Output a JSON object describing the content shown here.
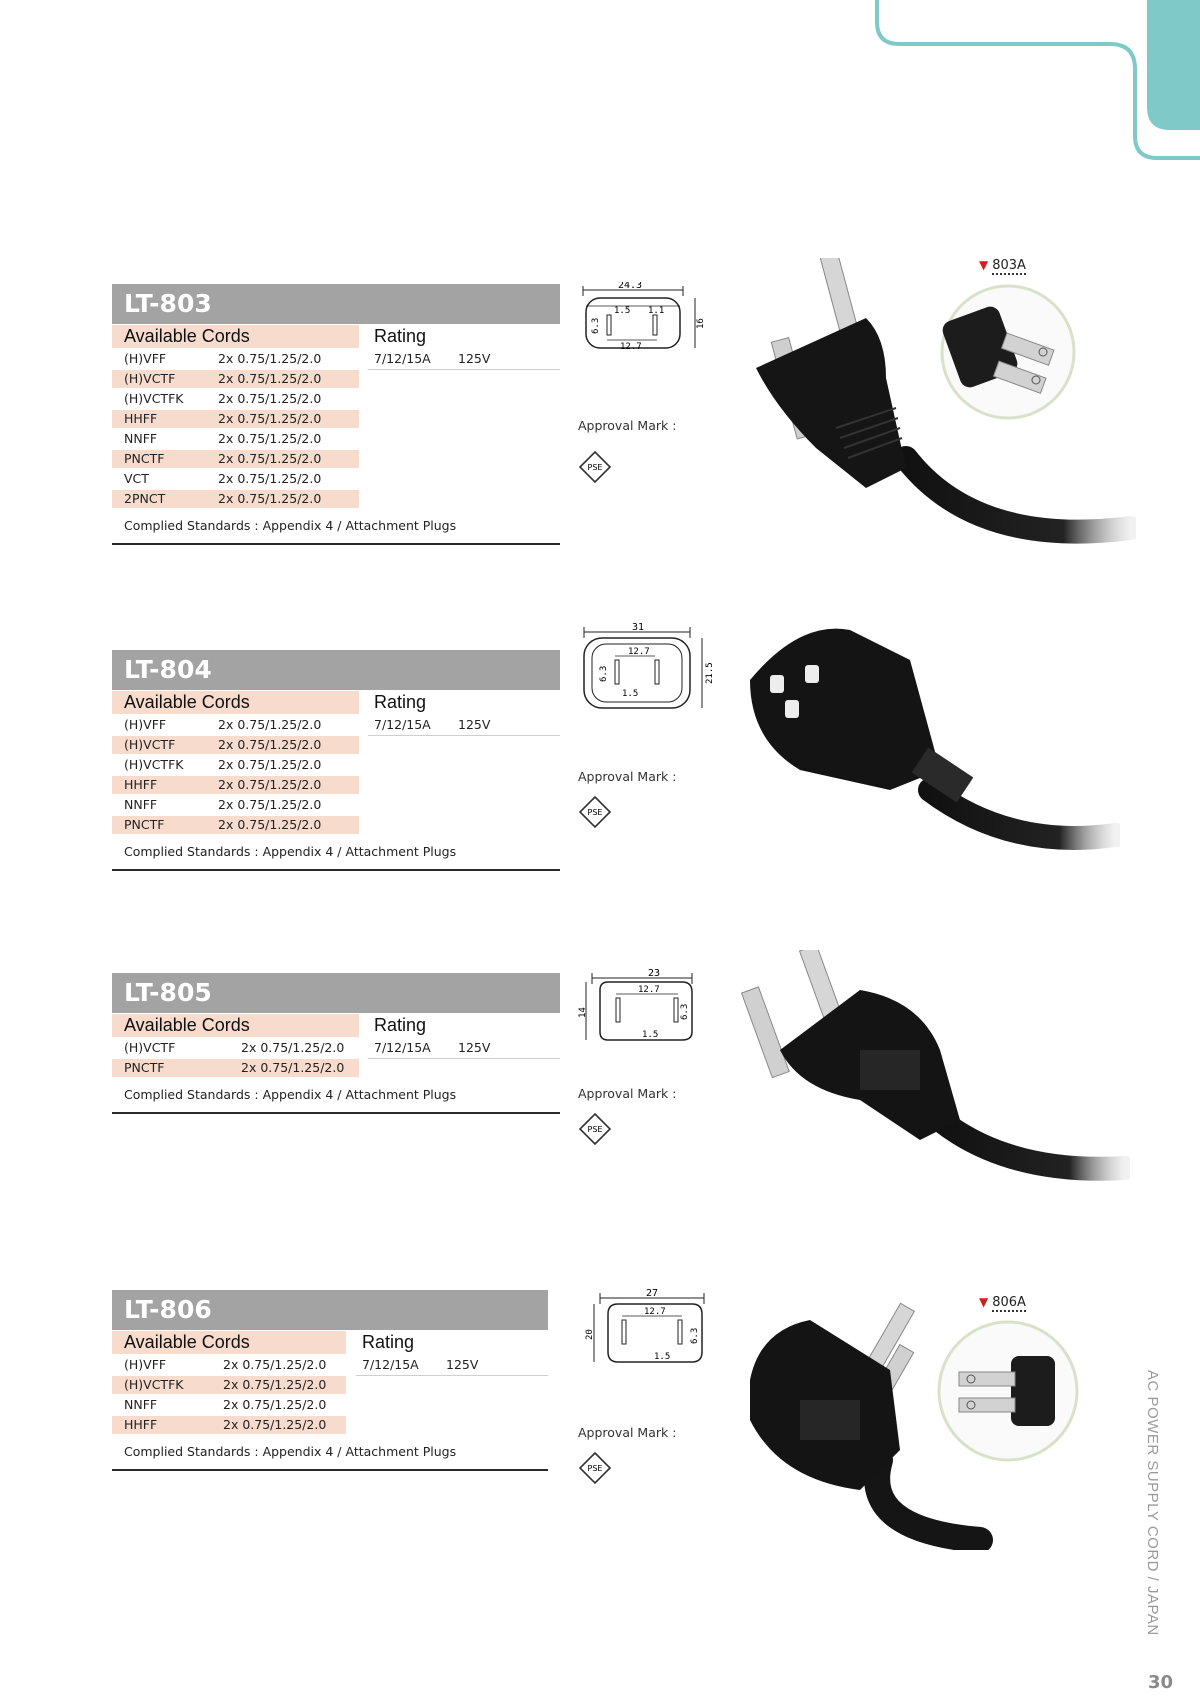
{
  "header_labels": {
    "available_cords": "Available Cords",
    "rating": "Rating",
    "approval_mark": "Approval Mark :",
    "pse_mark": "PSE"
  },
  "products": [
    {
      "model": "LT-803",
      "cords": [
        {
          "type": "(H)VFF",
          "spec": "2x 0.75/1.25/2.0"
        },
        {
          "type": "(H)VCTF",
          "spec": "2x 0.75/1.25/2.0"
        },
        {
          "type": "(H)VCTFK",
          "spec": "2x 0.75/1.25/2.0"
        },
        {
          "type": "HHFF",
          "spec": "2x 0.75/1.25/2.0"
        },
        {
          "type": "NNFF",
          "spec": "2x 0.75/1.25/2.0"
        },
        {
          "type": "PNCTF",
          "spec": "2x 0.75/1.25/2.0"
        },
        {
          "type": "VCT",
          "spec": "2x 0.75/1.25/2.0"
        },
        {
          "type": "2PNCT",
          "spec": "2x 0.75/1.25/2.0"
        }
      ],
      "rating": "7/12/15A",
      "voltage": "125V",
      "standards": "Complied Standards : Appendix 4 / Attachment Plugs",
      "dims": [
        "24.3",
        "1.5",
        "1.1",
        "6.3",
        "12.7",
        "16"
      ],
      "detail_label": "803A"
    },
    {
      "model": "LT-804",
      "cords": [
        {
          "type": "(H)VFF",
          "spec": "2x 0.75/1.25/2.0"
        },
        {
          "type": "(H)VCTF",
          "spec": "2x 0.75/1.25/2.0"
        },
        {
          "type": "(H)VCTFK",
          "spec": "2x 0.75/1.25/2.0"
        },
        {
          "type": "HHFF",
          "spec": "2x 0.75/1.25/2.0"
        },
        {
          "type": "NNFF",
          "spec": "2x 0.75/1.25/2.0"
        },
        {
          "type": "PNCTF",
          "spec": "2x 0.75/1.25/2.0"
        }
      ],
      "rating": "7/12/15A",
      "voltage": "125V",
      "standards": "Complied Standards : Appendix 4 / Attachment Plugs",
      "dims": [
        "31",
        "12.7",
        "6.3",
        "1.5",
        "21.5"
      ]
    },
    {
      "model": "LT-805",
      "cords": [
        {
          "type": "(H)VCTF",
          "spec": "2x 0.75/1.25/2.0"
        },
        {
          "type": "PNCTF",
          "spec": "2x 0.75/1.25/2.0"
        }
      ],
      "rating": "7/12/15A",
      "voltage": "125V",
      "standards": "Complied Standards : Appendix 4 / Attachment Plugs",
      "dims": [
        "23",
        "12.7",
        "14",
        "6.3",
        "1.5"
      ]
    },
    {
      "model": "LT-806",
      "cords": [
        {
          "type": "(H)VFF",
          "spec": "2x 0.75/1.25/2.0"
        },
        {
          "type": "(H)VCTFK",
          "spec": "2x 0.75/1.25/2.0"
        },
        {
          "type": "NNFF",
          "spec": "2x 0.75/1.25/2.0"
        },
        {
          "type": "HHFF",
          "spec": "2x 0.75/1.25/2.0"
        }
      ],
      "rating": "7/12/15A",
      "voltage": "125V",
      "standards": "Complied Standards : Appendix 4 / Attachment Plugs",
      "dims": [
        "27",
        "12.7",
        "20",
        "6.3",
        "1.5"
      ],
      "detail_label": "806A"
    }
  ],
  "side_title": "AC POWER SUPPLY CORD / JAPAN",
  "page_number": "30",
  "colors": {
    "teal": "#7fcac8",
    "model_bar": "#a3a3a3",
    "salmon_row": "#f7dccd",
    "red_marker": "#d21f1f"
  }
}
